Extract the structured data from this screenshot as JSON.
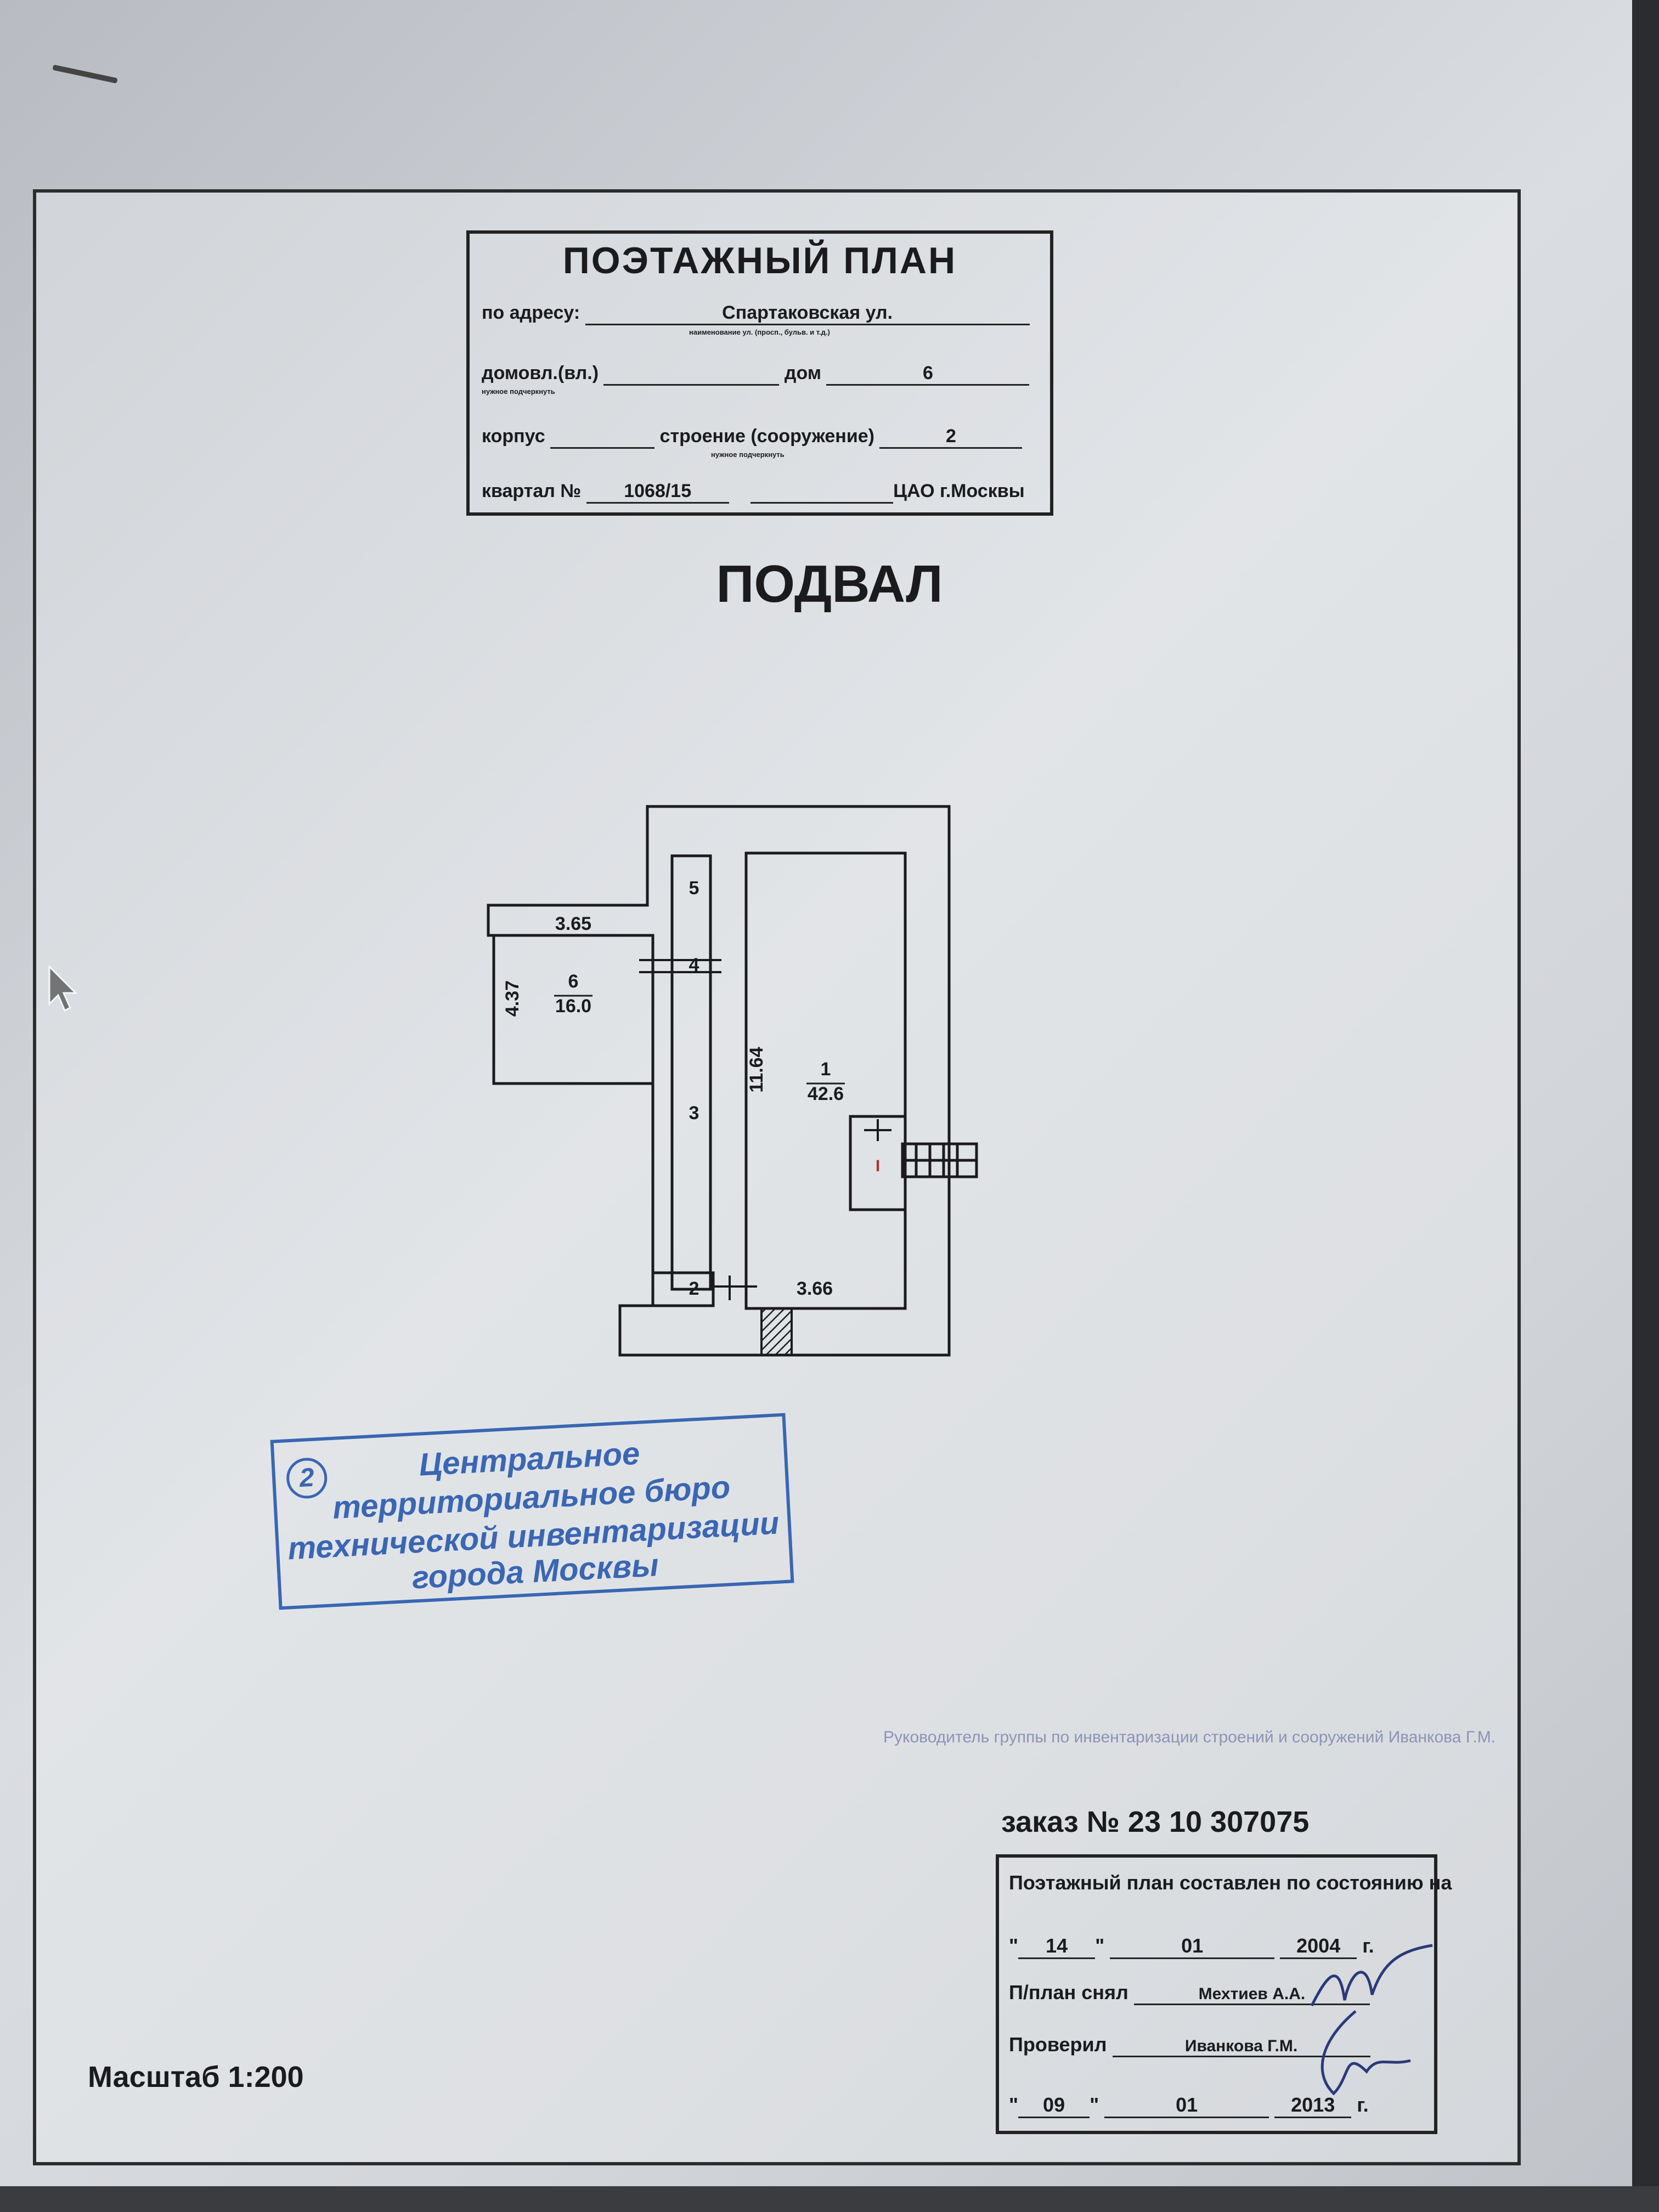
{
  "title_block": {
    "title": "ПОЭТАЖНЫЙ ПЛАН",
    "address_label": "по адресу:",
    "address_value": "Спартаковская ул.",
    "address_hint": "наименование ул. (просп., бульв. и т.д.)",
    "domovl_label": "домовл.(вл.)",
    "domovl_value": "",
    "domovl_hint": "нужное подчеркнуть",
    "dom_label": "дом",
    "dom_value": "6",
    "korpus_label": "корпус",
    "korpus_value": "",
    "stroenie_label": "строение (сооружение)",
    "stroenie_value": "2",
    "stroenie_hint": "нужное подчеркнуть",
    "kvartal_label": "квартал №",
    "kvartal_value": "1068/15",
    "district": "ЦАО г.Москвы"
  },
  "floor_title": "ПОДВАЛ",
  "plan": {
    "rooms": [
      {
        "number": "1",
        "area": "42.6"
      },
      {
        "number": "2"
      },
      {
        "number": "3"
      },
      {
        "number": "4"
      },
      {
        "number": "5"
      },
      {
        "number": "6",
        "area": "16.0"
      }
    ],
    "dimensions": {
      "room6_width": "3.65",
      "room6_height": "4.37",
      "room1_length": "11.64",
      "room1_width": "3.66"
    },
    "marker": "I"
  },
  "stamp": {
    "number": "2",
    "line1": "Центральное",
    "line2": "территориальное бюро",
    "line3": "технической инвентаризации",
    "line4": "города Москвы"
  },
  "faded_note": "Руководитель группы по инвентаризации строений и сооружений Иванкова Г.М.",
  "order": "заказ № 23 10 307075",
  "info_block": {
    "line1": "Поэтажный план составлен по состоянию на",
    "date1_day": "14",
    "date1_month": "01",
    "date1_year": "2004",
    "year_suffix": "г.",
    "surveyed_label": "П/план снял",
    "surveyed_by": "Мехтиев А.А.",
    "checked_label": "Проверил",
    "checked_by": "Иванкова Г.М.",
    "date2_day": "09",
    "date2_month": "01",
    "date2_year": "2013"
  },
  "scale": "Масштаб 1:200",
  "colors": {
    "stamp": "#3a66b3",
    "ink": "#1b1b1d"
  }
}
